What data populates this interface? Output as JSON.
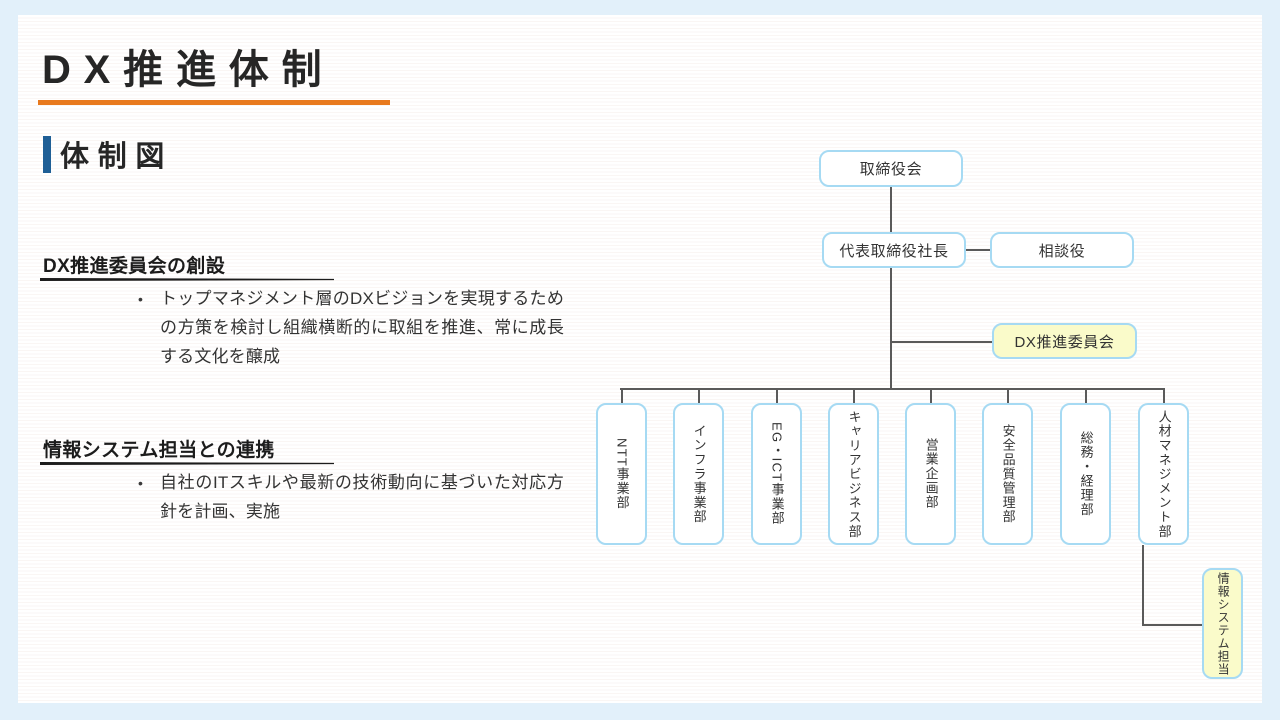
{
  "slide": {
    "title": "DX推進体制",
    "section_heading": "体制図"
  },
  "bullet_glyph": "•",
  "notes": [
    {
      "heading": "DX推進委員会の創設",
      "bullet": "トップマネジメント層のDXビジョンを実現するための方策を検討し組織横断的に取組を推進、常に成長する文化を醸成"
    },
    {
      "heading": "情報システム担当との連携",
      "bullet": "自社のITスキルや最新の技術動向に基づいた対応方針を計画、実施"
    }
  ],
  "org": {
    "board": "取締役会",
    "president": "代表取締役社長",
    "advisor": "相談役",
    "committee": "DX推進委員会",
    "departments": [
      "NTT事業部",
      "インフラ事業部",
      "EG・ICT事業部",
      "キャリアビジネス部",
      "営業企画部",
      "安全品質管理部",
      "総務・経理部",
      "人材マネジメント部"
    ],
    "it_staff": "情報システム担当"
  },
  "colors": {
    "page_margin": "#e2f0fa",
    "card": "#ffffff",
    "title_underline": "#e8791d",
    "section_bar": "#1f5f96",
    "box_border": "#a6daf3",
    "box_fill": "#ffffff",
    "highlight_fill": "#fafbca",
    "connector": "#5a5a5a",
    "text_dark": "#262626",
    "text_body": "#333333"
  }
}
